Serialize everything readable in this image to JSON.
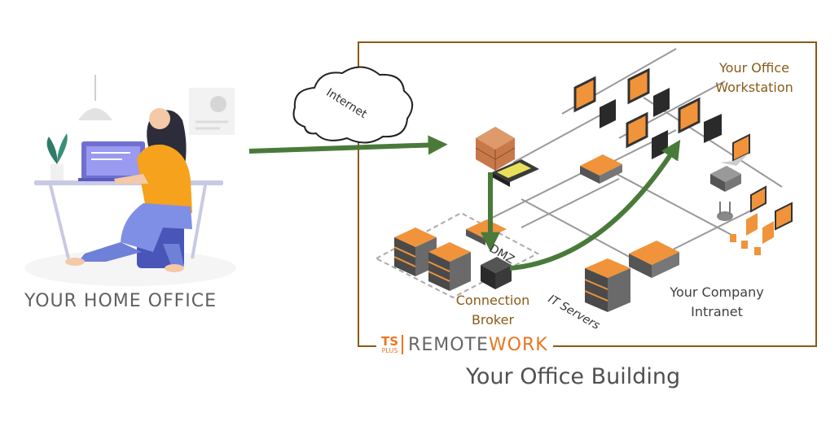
{
  "labels": {
    "home_office": "YOUR HOME OFFICE",
    "internet": "Internet",
    "workstation": "Your Office\nWorkstation",
    "dmz": "DMZ",
    "connection_broker": "Connection\nBroker",
    "it_servers": "IT Servers",
    "company_intranet": "Your Company\nIntranet",
    "office_building": "Your Office Building"
  },
  "brand": {
    "ts": "TS",
    "plus": "PLUS",
    "remote": "REMOTE",
    "work": "WORK"
  },
  "colors": {
    "arrow": "#4a7a3a",
    "frame": "#8a5a18",
    "device_orange": "#f0933a",
    "device_dark": "#3a3a3a",
    "person_shirt": "#f6a21c",
    "person_pants": "#7f8fe6"
  }
}
